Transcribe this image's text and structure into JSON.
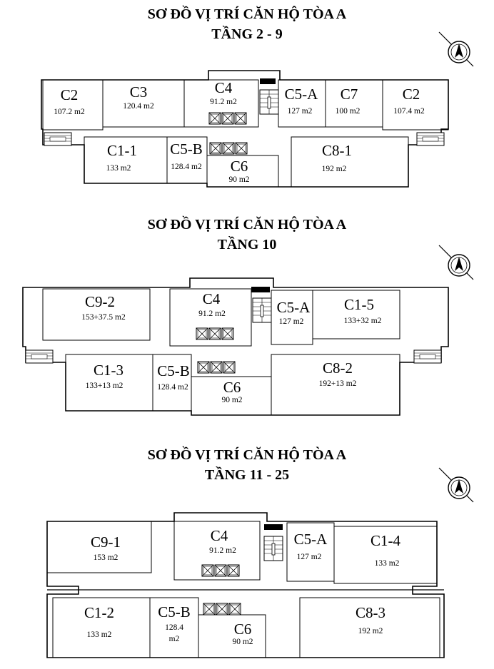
{
  "plans": [
    {
      "title_line1": "SƠ ĐỒ VỊ TRÍ CĂN HỘ TÒA A",
      "title_line2": "TẦNG 2 - 9",
      "units": [
        {
          "code": "C2",
          "area": "107.2 m2"
        },
        {
          "code": "C3",
          "area": "120.4 m2"
        },
        {
          "code": "C4",
          "area": "91.2 m2"
        },
        {
          "code": "C5-A",
          "area": "127 m2"
        },
        {
          "code": "C7",
          "area": "100  m2"
        },
        {
          "code": "C2",
          "area": "107.4 m2"
        },
        {
          "code": "C1-1",
          "area": "133 m2"
        },
        {
          "code": "C5-B",
          "area": "128.4 m2"
        },
        {
          "code": "C6",
          "area": "90 m2"
        },
        {
          "code": "C8-1",
          "area": "192 m2"
        }
      ]
    },
    {
      "title_line1": "SƠ ĐỒ VỊ TRÍ CĂN HỘ TÒA A",
      "title_line2": "TẦNG 10",
      "units": [
        {
          "code": "C9-2",
          "area": "153+37.5 m2"
        },
        {
          "code": "C4",
          "area": "91.2 m2"
        },
        {
          "code": "C5-A",
          "area": "127 m2"
        },
        {
          "code": "C1-5",
          "area": "133+32 m2"
        },
        {
          "code": "C1-3",
          "area": "133+13 m2"
        },
        {
          "code": "C5-B",
          "area": "128.4 m2"
        },
        {
          "code": "C6",
          "area": "90 m2"
        },
        {
          "code": "C8-2",
          "area": "192+13 m2"
        }
      ]
    },
    {
      "title_line1": "SƠ ĐỒ VỊ TRÍ CĂN HỘ TÒA A",
      "title_line2": "TẦNG 11 - 25",
      "units": [
        {
          "code": "C9-1",
          "area": "153 m2"
        },
        {
          "code": "C4",
          "area": "91.2 m2"
        },
        {
          "code": "C5-A",
          "area": "127 m2"
        },
        {
          "code": "C1-4",
          "area": "133 m2"
        },
        {
          "code": "C1-2",
          "area": "133 m2"
        },
        {
          "code": "C5-B",
          "area": "128.4",
          "area_line2": "m2"
        },
        {
          "code": "C6",
          "area": "90 m2"
        },
        {
          "code": "C8-3",
          "area": "192 m2"
        }
      ]
    }
  ],
  "compass": {
    "label": "N",
    "icon": "north-arrow-icon"
  }
}
